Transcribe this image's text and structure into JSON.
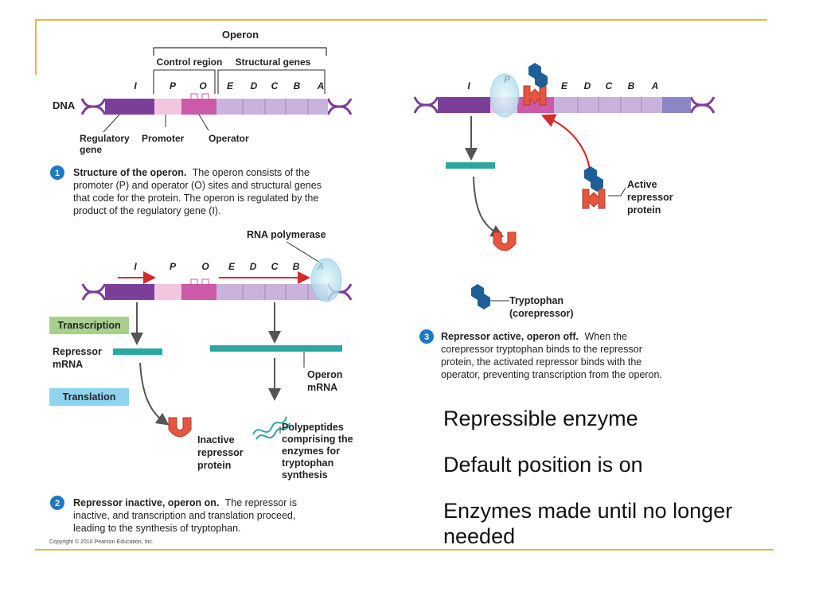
{
  "panel1": {
    "operon": "Operon",
    "control_region": "Control region",
    "structural_genes": "Structural genes",
    "dna": "DNA",
    "genes": [
      "I",
      "P",
      "O",
      "E",
      "D",
      "C",
      "B",
      "A"
    ],
    "regulatory_gene": [
      "Regulatory",
      "gene"
    ],
    "promoter": "Promoter",
    "operator": "Operator",
    "step_number": "1",
    "caption_bold": "Structure of the operon.",
    "caption_lines": [
      "The operon consists of the",
      "promoter (P) and operator (O) sites and structural genes",
      "that code for the protein. The operon is regulated by the",
      "product of the regulatory gene (I)."
    ]
  },
  "panel2": {
    "rna_polymerase": "RNA polymerase",
    "genes": [
      "I",
      "P",
      "O",
      "E",
      "D",
      "C",
      "B",
      "A"
    ],
    "transcription": "Transcription",
    "translation": "Translation",
    "repressor_mrna": [
      "Repressor",
      "mRNA"
    ],
    "operon_mrna": [
      "Operon",
      "mRNA"
    ],
    "inactive_repressor": [
      "Inactive",
      "repressor",
      "protein"
    ],
    "polypeptides": [
      "Polypeptides",
      "comprising the",
      "enzymes for",
      "tryptophan",
      "synthesis"
    ],
    "step_number": "2",
    "caption_bold": "Repressor inactive, operon on.",
    "caption_lines": [
      "The repressor is",
      "inactive, and transcription and translation proceed,",
      "leading to the synthesis of tryptophan."
    ],
    "copyright": "Copyright © 2010 Pearson Education, Inc."
  },
  "panel3": {
    "genes": [
      "I",
      "P",
      "E",
      "D",
      "C",
      "B",
      "A"
    ],
    "active_repressor": [
      "Active",
      "repressor",
      "protein"
    ],
    "tryptophan": [
      "Tryptophan",
      "(corepressor)"
    ],
    "step_number": "3",
    "caption_bold": "Repressor active, operon off.",
    "caption_lines": [
      "When the",
      "corepressor tryptophan binds to the repressor",
      "protein, the activated repressor binds with the",
      "operator, preventing transcription from the operon."
    ]
  },
  "bullets": [
    "Repressible enzyme",
    "Default position is on",
    "Enzymes made until no longer needed"
  ],
  "colors": {
    "accent_line": "#e0b84a",
    "regulatory_gene": "#7b3f98",
    "promoter": "#f3c6e0",
    "operator": "#cc5aa8",
    "structural_genes": "#c9b3dd",
    "mrna": "#2aa7a0",
    "repressor": "#e5553f",
    "tryptophan": "#1d5f96",
    "transcription_box": "#a8d08d",
    "translation_box": "#8fd3f0",
    "arrow_red": "#d62b2b"
  }
}
